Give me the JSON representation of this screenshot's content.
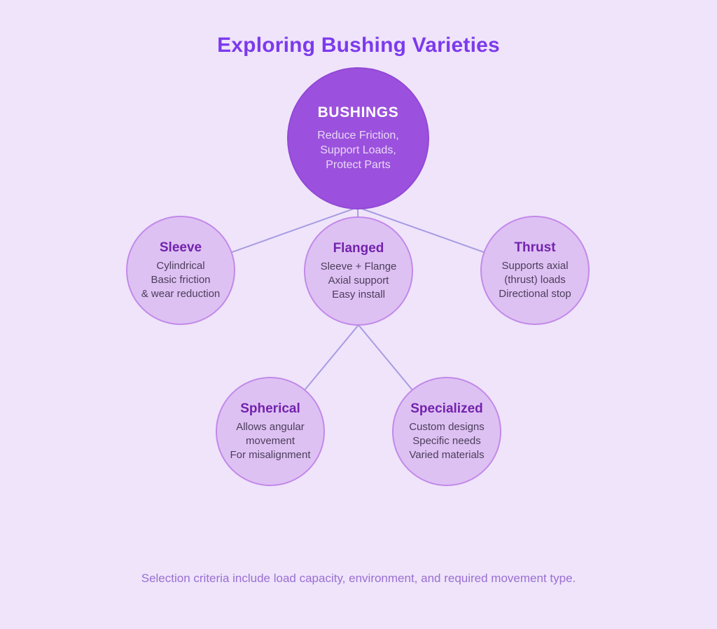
{
  "title": "Exploring Bushing Varieties",
  "root": {
    "label": "BUSHINGS",
    "lines": [
      "Reduce Friction,",
      "Support Loads,",
      "Protect Parts"
    ]
  },
  "nodes": [
    {
      "id": "sleeve",
      "label": "Sleeve",
      "lines": [
        "Cylindrical",
        "Basic friction",
        "& wear reduction"
      ]
    },
    {
      "id": "flanged",
      "label": "Flanged",
      "lines": [
        "Sleeve + Flange",
        "Axial support",
        "Easy install"
      ]
    },
    {
      "id": "thrust",
      "label": "Thrust",
      "lines": [
        "Supports axial",
        "(thrust) loads",
        "Directional stop"
      ]
    },
    {
      "id": "spherical",
      "label": "Spherical",
      "lines": [
        "Allows angular",
        "movement",
        "For misalignment"
      ]
    },
    {
      "id": "specialized",
      "label": "Specialized",
      "lines": [
        "Custom designs",
        "Specific needs",
        "Varied materials"
      ]
    }
  ],
  "footer": "Selection criteria include load capacity, environment, and required movement type.",
  "colors": {
    "background": "#efe4fa",
    "root_fill": "#9b51dd",
    "node_fill": "#dec1f3",
    "node_border": "#c289e9",
    "connector": "#a89ce2",
    "title_text": "#7c3aed",
    "node_heading_text": "#7223ad",
    "node_body_text": "#4a3e5a",
    "root_label_text": "#ffffff",
    "root_body_text": "#e9d8f8",
    "footer_text": "#9a6fd2"
  }
}
